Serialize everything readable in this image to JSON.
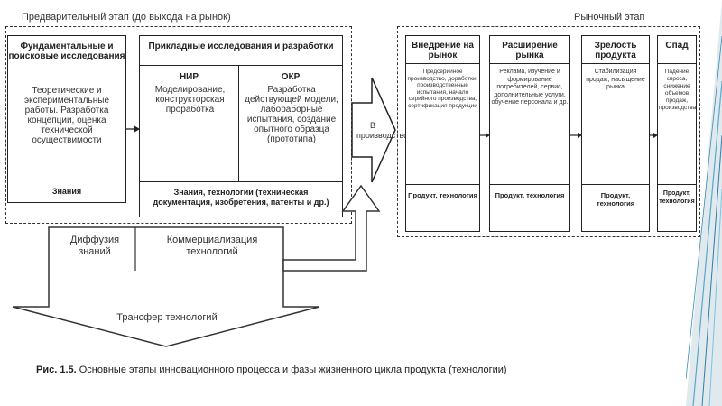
{
  "header": {
    "pre_market": "Предварительный этап (до выхода на рынок)",
    "market": "Рыночный этап"
  },
  "fundamental": {
    "title": "Фундаментальные и поисковые исследования",
    "body": "Теоретические и экспериментальные работы. Разработка концепции, оценка технической осуществимости",
    "footer": "Знания"
  },
  "applied": {
    "title": "Прикладные исследования и разработки",
    "nir_title": "НИР",
    "nir_body": "Моделирование, конструкторская проработка",
    "okr_title": "ОКР",
    "okr_body": "Разработка действующей модели, лабораборные испытания, создание опытного образца (прототипа)",
    "footer": "Знания, технологии (техническая документация, изобретения, патенты и др.)"
  },
  "production": {
    "label": "В производство"
  },
  "phases": [
    {
      "title": "Внедрение на рынок",
      "body": "Предсерийное производство, доработки, производственные испытания, начало серийного производства, сертификация продукции",
      "footer": "Продукт, технология"
    },
    {
      "title": "Расширение рынка",
      "body": "Реклама, изучение и формирование потребителей, сервис, дополнительные услуги, обучение персонала и др.",
      "footer": "Продукт, технология"
    },
    {
      "title": "Зрелость продукта",
      "body": "Стабилизация продаж, насыщение рынка",
      "footer": "Продукт, технология"
    },
    {
      "title": "Спад",
      "body": "Падение спроса, снижение объемов продаж, производства",
      "footer": "Продукт, технология"
    }
  ],
  "arrows": {
    "diffusion": "Диффузия знаний",
    "commercialization": "Коммерциализация технологий",
    "transfer": "Трансфер технологий"
  },
  "caption": {
    "prefix": "Рис. 1.5.",
    "text": "Основные этапы инновационного процесса и фазы жизненного цикла продукта (технологии)"
  }
}
